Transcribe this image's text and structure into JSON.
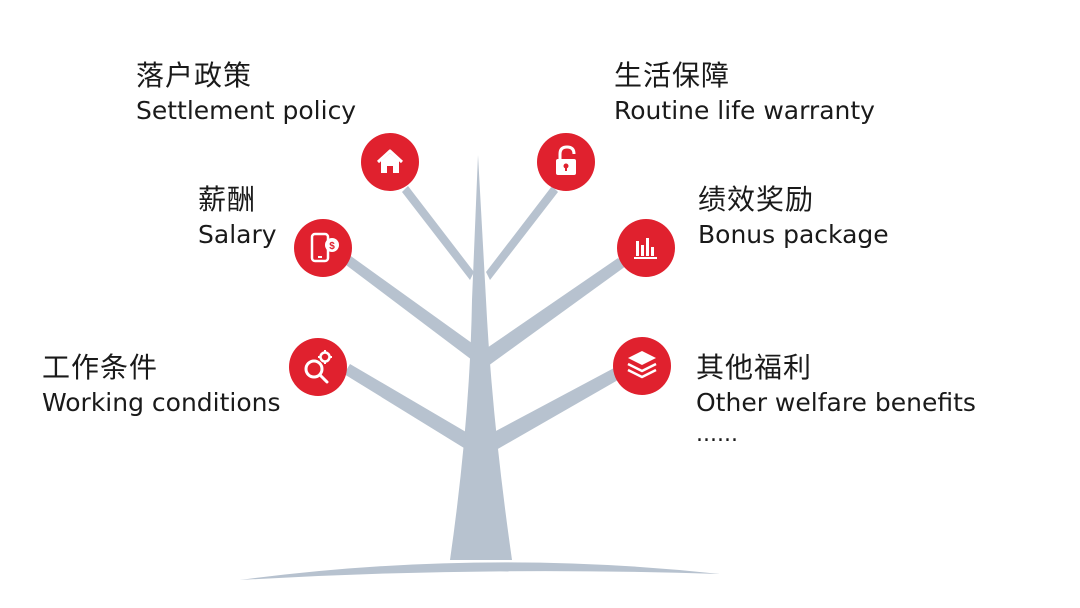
{
  "benefits": {
    "settlement": {
      "zh": "落户政策",
      "en": "Settlement policy",
      "icon": "house-icon"
    },
    "life": {
      "zh": "生活保障",
      "en": "Routine life warranty",
      "icon": "unlocked-padlock-icon"
    },
    "salary": {
      "zh": "薪酬",
      "en": "Salary",
      "icon": "phone-dollar-icon"
    },
    "bonus": {
      "zh": "绩效奖励",
      "en": "Bonus package",
      "icon": "bar-chart-icon"
    },
    "working": {
      "zh": "工作条件",
      "en": "Working conditions",
      "icon": "gear-magnifier-icon"
    },
    "other": {
      "zh": "其他福利",
      "en": "Other welfare benefits",
      "icon": "layers-icon"
    },
    "more": "......"
  },
  "colors": {
    "accent": "#e0212e",
    "tree": "#b7c2cf",
    "text": "#1a1a1a"
  }
}
